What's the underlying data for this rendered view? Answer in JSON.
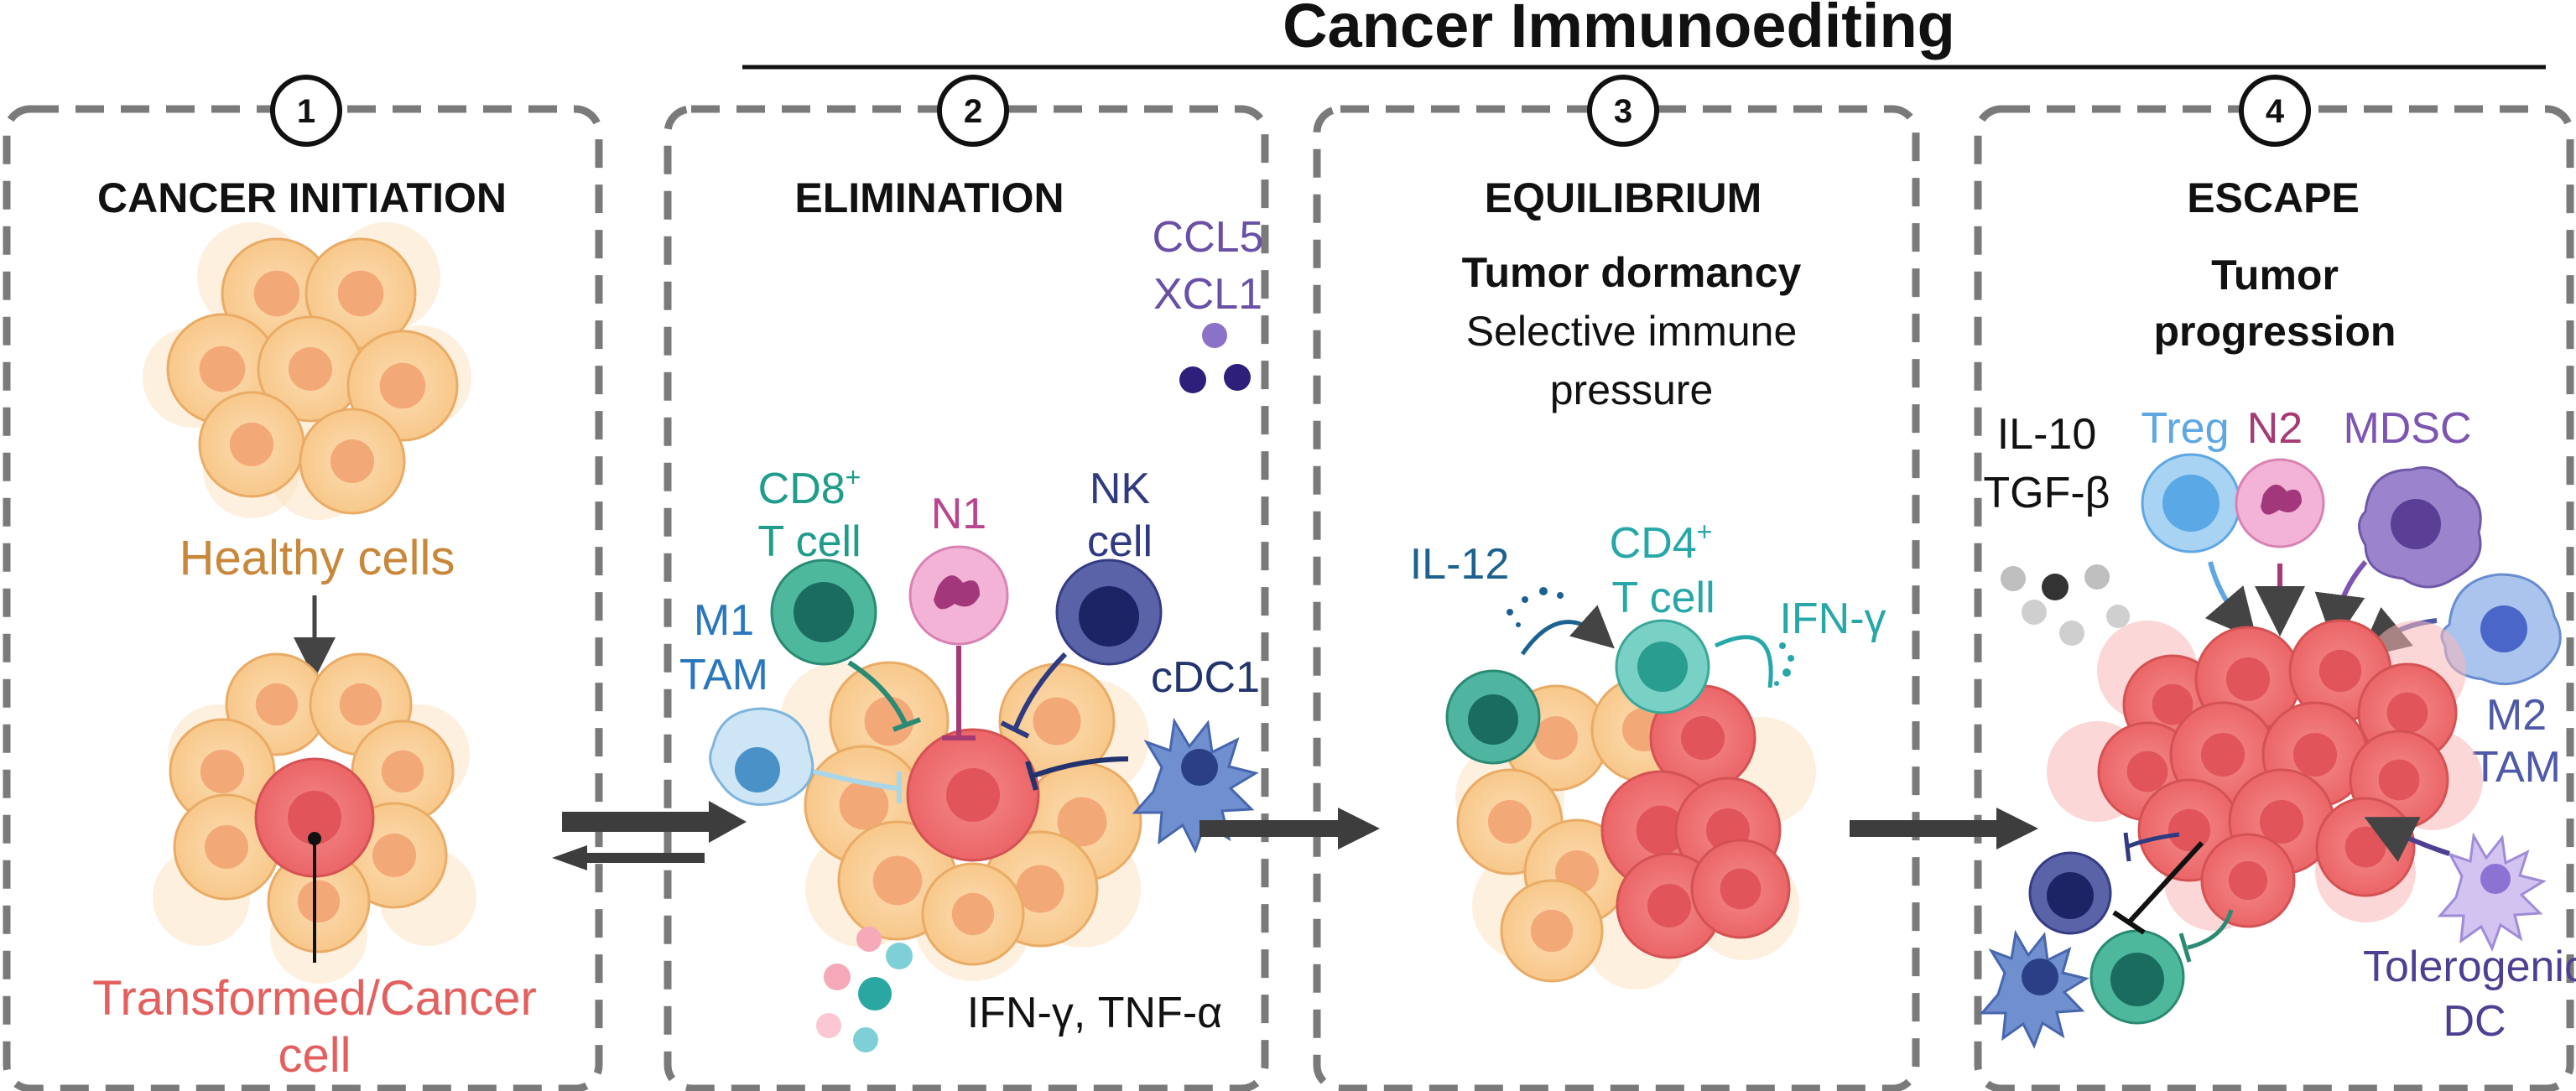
{
  "title": "Cancer Immunoediting",
  "panels": [
    {
      "number": "1",
      "header": "CANCER INITIATION"
    },
    {
      "number": "2",
      "header": "ELIMINATION"
    },
    {
      "number": "3",
      "header": "EQUILIBRIUM",
      "subtitle_bold": "Tumor dormancy",
      "subtitle_line1": "Selective immune",
      "subtitle_line2": "pressure"
    },
    {
      "number": "4",
      "header": "ESCAPE",
      "subtitle_line1": "Tumor",
      "subtitle_line2": "progression"
    }
  ],
  "p1": {
    "healthy": "Healthy cells",
    "transformed_line1": "Transformed/Cancer",
    "transformed_line2": "cell"
  },
  "p2": {
    "ccl5": "CCL5",
    "xcl1": "XCL1",
    "cd8_line1": "CD8",
    "cd8_sup": "+",
    "cd8_line2": "T cell",
    "n1": "N1",
    "nk_line1": "NK",
    "nk_line2": "cell",
    "m1_line1": "M1",
    "m1_line2": "TAM",
    "cdc1": "cDC1",
    "cytokines": "IFN-γ, TNF-α"
  },
  "p3": {
    "il12": "IL-12",
    "cd4_line1": "CD4",
    "cd4_sup": "+",
    "cd4_line2": "T cell",
    "ifng": "IFN-γ"
  },
  "p4": {
    "il10": "IL-10",
    "tgfb": "TGF-β",
    "treg": "Treg",
    "n2": "N2",
    "mdsc": "MDSC",
    "m2_line1": "M2",
    "m2_line2": "TAM",
    "tol_line1": "Tolerogenic",
    "tol_line2": "DC"
  },
  "colors": {
    "healthy_label": "#c8873a",
    "cancer_label": "#e4605f",
    "cd8": "#1f9c8a",
    "n1": "#b9458f",
    "nk": "#2f3a80",
    "m1": "#2a77bd",
    "cdc1": "#22336e",
    "chemokine": "#6a4fa6",
    "il12": "#1d6190",
    "ifng": "#27a7a8",
    "treg": "#5ea7e3",
    "n2": "#a53a74",
    "mdsc": "#7d55b1",
    "m2": "#4e59a8"
  }
}
